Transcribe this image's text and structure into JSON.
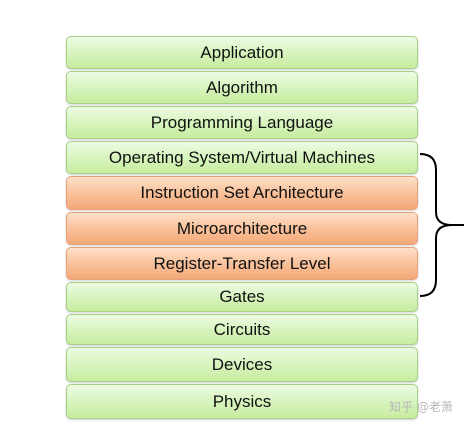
{
  "layers": [
    {
      "label": "Application",
      "color": "#d9f5c2"
    },
    {
      "label": "Algorithm",
      "color": "#d9f5c2"
    },
    {
      "label": "Programming Language",
      "color": "#d9f5c2"
    },
    {
      "label": "Operating System/Virtual Machines",
      "color": "#d9f5c2"
    },
    {
      "label": "Instruction Set Architecture",
      "color": "#f9c29c"
    },
    {
      "label": "Microarchitecture",
      "color": "#f9c29c"
    },
    {
      "label": "Register-Transfer Level",
      "color": "#f9c29c"
    },
    {
      "label": "Gates",
      "color": "#d9f5c2"
    },
    {
      "label": "Circuits",
      "color": "#d9f5c2"
    },
    {
      "label": "Devices",
      "color": "#d9f5c2"
    },
    {
      "label": "Physics",
      "color": "#d9f5c2"
    }
  ],
  "watermark": "知乎 @老萧"
}
